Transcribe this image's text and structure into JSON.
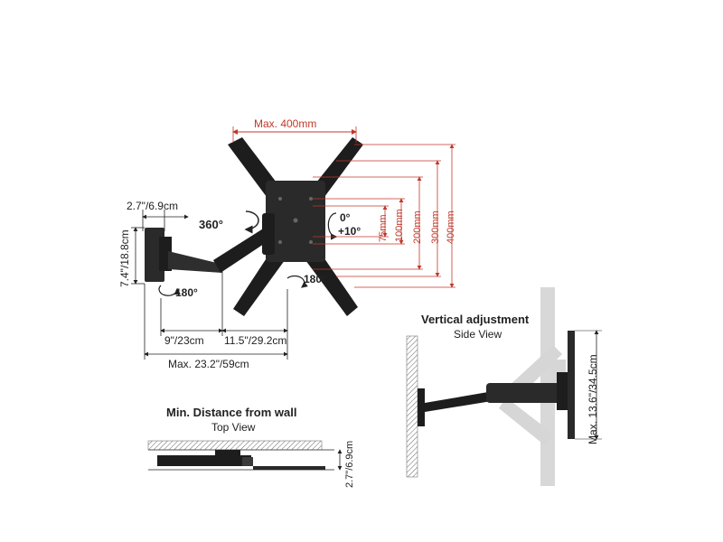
{
  "colors": {
    "metal": "#1d1d1d",
    "metal_light": "#3a3a3a",
    "dimension_red": "#c0392b",
    "dimension_black": "#222222",
    "ghost": "#d0d0d0",
    "wall": "#7a7a7a"
  },
  "front_view": {
    "max_width": "Max. 400mm",
    "vesa_heights": [
      "75mm",
      "100mm",
      "200mm",
      "300mm",
      "400mm"
    ],
    "tilt_up": "0°",
    "tilt_down": "+10°",
    "rotation": "360°",
    "swivel_left": "180°",
    "swivel_right": "180°",
    "wall_plate_depth": "2.7\"/6.9cm",
    "wall_plate_height": "7.4\"/18.8cm",
    "arm_segment_1": "9\"/23cm",
    "arm_segment_2": "11.5\"/29.2cm",
    "max_extension": "Max. 23.2\"/59cm"
  },
  "top_view": {
    "title": "Min. Distance from wall",
    "subtitle": "Top View",
    "min_distance": "2.7\"/6.9cm"
  },
  "side_view": {
    "title": "Vertical adjustment",
    "subtitle": "Side View",
    "max_adjust": "Max. 13.6\"/34.5cm"
  }
}
